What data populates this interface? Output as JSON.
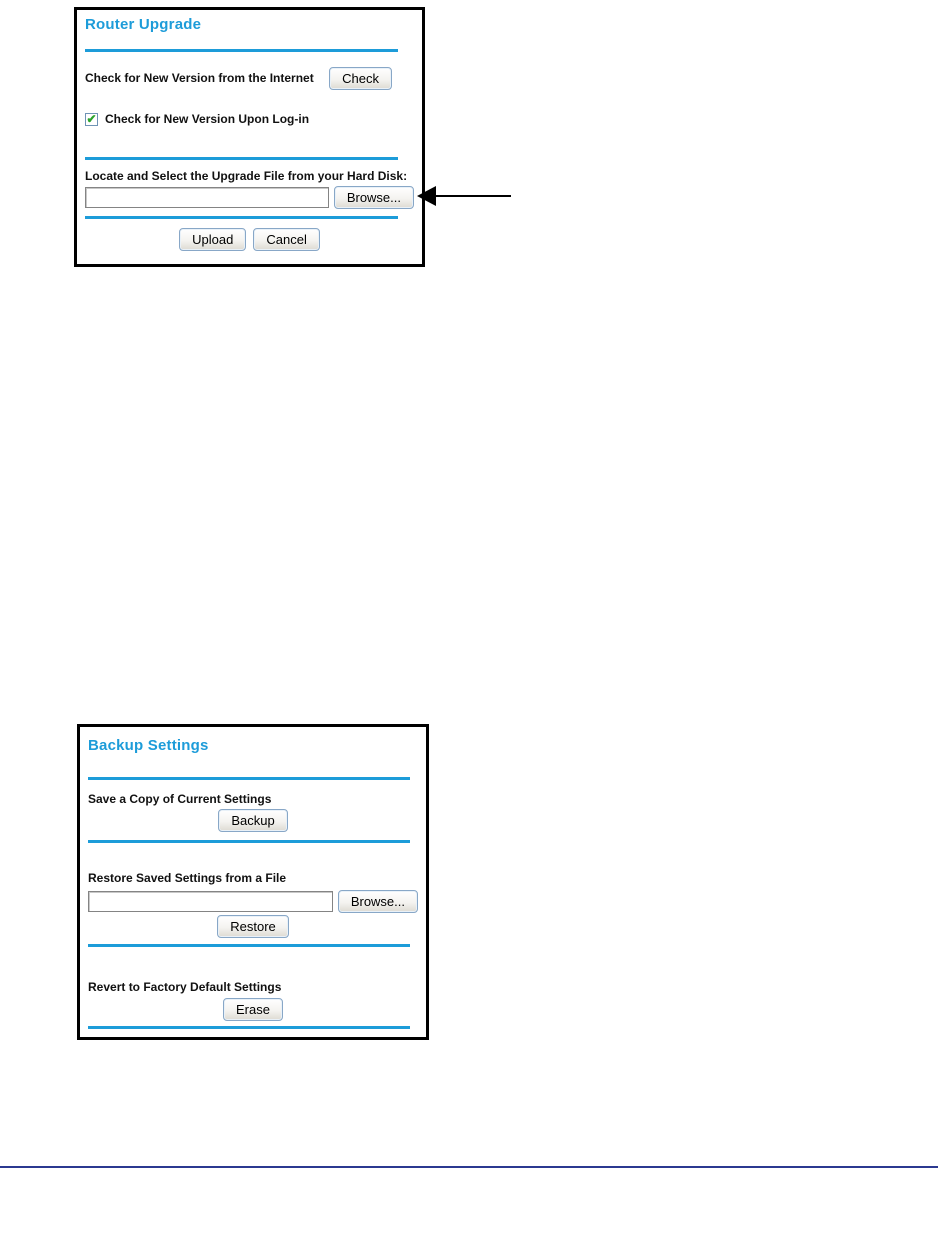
{
  "colors": {
    "accent_blue": "#1d9cd9",
    "footer_navy": "#2b3990"
  },
  "icons": {
    "checkmark_glyph": "✔"
  },
  "router_upgrade_dialog": {
    "title": "Router Upgrade",
    "check_version_label": "Check for New Version from the Internet",
    "check_button_label": "Check",
    "checkbox_label": "Check for New Version Upon Log-in",
    "checkbox_checked": true,
    "locate_file_label": "Locate and Select the Upgrade File from your Hard Disk:",
    "file_input_value": "",
    "browse_button_label": "Browse...",
    "upload_button_label": "Upload",
    "cancel_button_label": "Cancel"
  },
  "backup_settings_dialog": {
    "title": "Backup Settings",
    "save_section_label": "Save a Copy of Current Settings",
    "backup_button_label": "Backup",
    "restore_section_label": "Restore Saved Settings from a File",
    "file_input_value": "",
    "browse_button_label": "Browse...",
    "restore_button_label": "Restore",
    "revert_section_label": "Revert to Factory Default Settings",
    "erase_button_label": "Erase"
  }
}
